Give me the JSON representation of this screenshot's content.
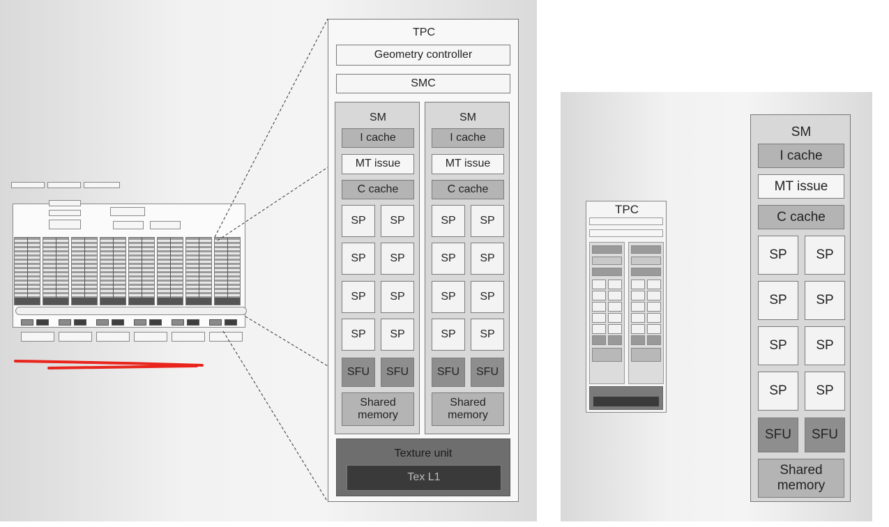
{
  "middle": {
    "tpc_title": "TPC",
    "geometry_controller": "Geometry controller",
    "smc": "SMC",
    "sm_left": {
      "title": "SM",
      "icache": "I cache",
      "mt_issue": "MT issue",
      "ccache": "C cache",
      "sp": [
        "SP",
        "SP",
        "SP",
        "SP",
        "SP",
        "SP",
        "SP",
        "SP"
      ],
      "sfu": [
        "SFU",
        "SFU"
      ],
      "shared_memory": "Shared memory"
    },
    "sm_right": {
      "title": "SM",
      "icache": "I cache",
      "mt_issue": "MT issue",
      "ccache": "C cache",
      "sp": [
        "SP",
        "SP",
        "SP",
        "SP",
        "SP",
        "SP",
        "SP",
        "SP"
      ],
      "sfu": [
        "SFU",
        "SFU"
      ],
      "shared_memory": "Shared memory"
    },
    "texture_unit": "Texture unit",
    "tex_l1": "Tex L1"
  },
  "right": {
    "tpc_title": "TPC",
    "sm": {
      "title": "SM",
      "icache": "I cache",
      "mt_issue": "MT issue",
      "ccache": "C cache",
      "sp": [
        "SP",
        "SP",
        "SP",
        "SP",
        "SP",
        "SP",
        "SP",
        "SP"
      ],
      "sfu": [
        "SFU",
        "SFU"
      ],
      "shared_memory": "Shared memory"
    }
  },
  "colors": {
    "annotation_red": "#e8241c",
    "tile_light": "#f6f6f6",
    "tile_mid": "#b4b4b4",
    "tile_dark": "#3a3a3a"
  }
}
